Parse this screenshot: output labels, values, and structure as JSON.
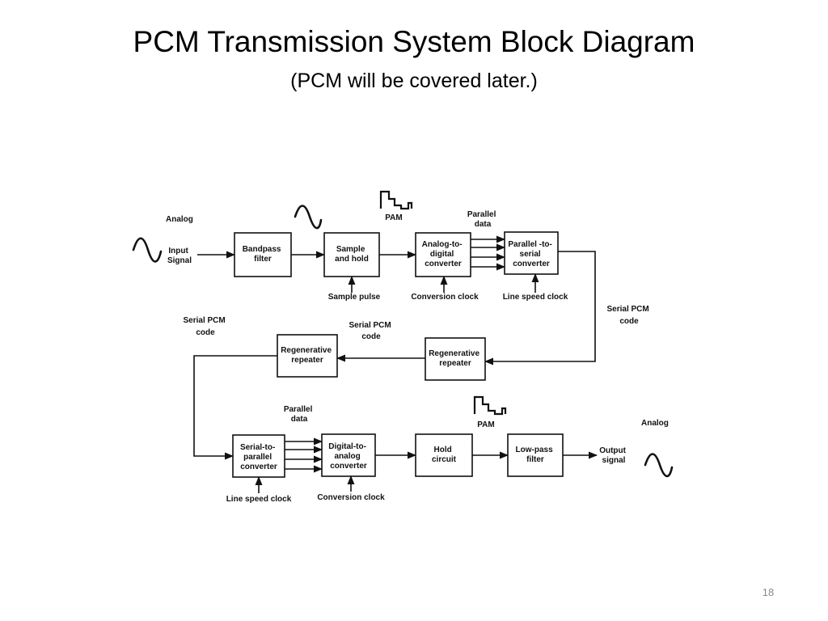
{
  "slide": {
    "title": "PCM Transmission System Block Diagram",
    "subtitle": "(PCM will be covered later.)",
    "number": "18"
  },
  "diagram": {
    "labels": {
      "analog_in": "Analog",
      "input_signal": [
        "Input",
        "Signal"
      ],
      "parallel_data_top": [
        "Parallel",
        "data"
      ],
      "pam_top": "PAM",
      "serial_pcm_right": [
        "Serial PCM",
        "code"
      ],
      "serial_pcm_mid": [
        "Serial PCM",
        "code"
      ],
      "serial_pcm_left": [
        "Serial PCM",
        "code"
      ],
      "parallel_data_bottom": [
        "Parallel",
        "data"
      ],
      "pam_bottom": "PAM",
      "analog_out": "Analog",
      "output_signal": [
        "Output",
        "signal"
      ]
    },
    "blocks": {
      "bandpass": [
        "Bandpass",
        "filter"
      ],
      "sample_hold": [
        "Sample",
        "and hold"
      ],
      "adc": [
        "Analog-to-",
        "digital",
        "converter"
      ],
      "p2s": [
        "Parallel -to-",
        "serial",
        "converter"
      ],
      "regen_right": [
        "Regenerative",
        "repeater"
      ],
      "regen_left": [
        "Regenerative",
        "repeater"
      ],
      "s2p": [
        "Serial-to-",
        "parallel",
        "converter"
      ],
      "dac": [
        "Digital-to-",
        "analog",
        "converter"
      ],
      "hold": [
        "Hold",
        "circuit"
      ],
      "lowpass": [
        "Low-pass",
        "filter"
      ]
    },
    "inputs": {
      "sample_pulse": "Sample pulse",
      "conversion_clock_top": "Conversion clock",
      "line_speed_clock_top": "Line speed clock",
      "line_speed_clock_bottom": "Line speed clock",
      "conversion_clock_bottom": "Conversion clock"
    }
  }
}
